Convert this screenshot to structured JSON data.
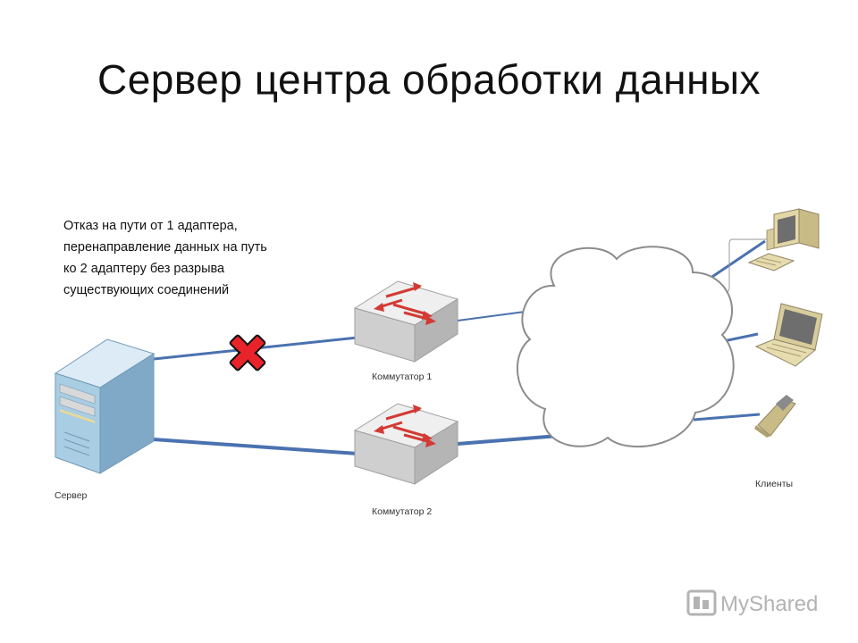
{
  "title": "Сервер центра обработки данных",
  "note_lines": [
    "Отказ на пути от 1 адаптера,",
    "перенаправление данных на путь",
    "ко 2 адаптеру без разрыва",
    "существующих соединений"
  ],
  "nodes": {
    "server": {
      "label": "Сервер",
      "icon": "server-tower-icon"
    },
    "switch1": {
      "label": "Коммутатор 1",
      "icon": "network-switch-icon"
    },
    "switch2": {
      "label": "Коммутатор 2",
      "icon": "network-switch-icon"
    },
    "cloud": {
      "icon": "network-cloud-icon"
    },
    "clients": {
      "label": "Клиенты",
      "icons": [
        "desktop-computer-icon",
        "laptop-icon",
        "mobile-phone-icon"
      ]
    }
  },
  "failure_marker": {
    "icon": "red-x-failure-icon"
  },
  "watermark": {
    "text": "MyShared"
  },
  "colors": {
    "link": "#4a72b0",
    "failure": "#e8232a",
    "switch_arrow": "#d33a34",
    "server_body": "#a9cde3",
    "switch_body": "#d9d9d9"
  }
}
